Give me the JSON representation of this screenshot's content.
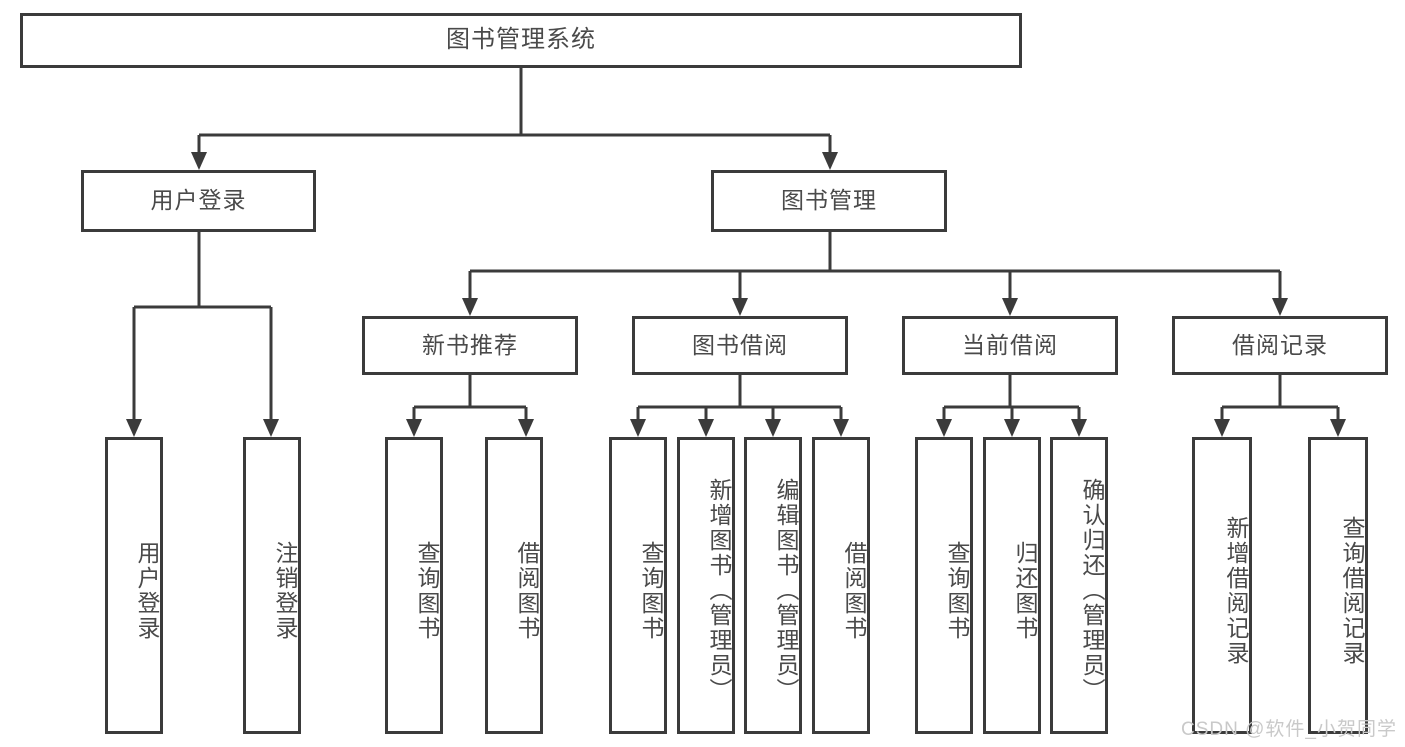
{
  "diagram": {
    "title": "图书管理系统",
    "type": "functional-structure-tree",
    "watermark": "CSDN @软件_小贺同学",
    "colors": {
      "stroke": "#3b3b3b",
      "box_fill": "#ffffff",
      "text": "#4a4a4a",
      "watermark": "#c9c9c9",
      "background": "#ffffff"
    },
    "root": {
      "label": "图书管理系统"
    },
    "level2": [
      {
        "label": "用户登录"
      },
      {
        "label": "图书管理"
      }
    ],
    "level3": [
      {
        "label": "新书推荐"
      },
      {
        "label": "图书借阅"
      },
      {
        "label": "当前借阅"
      },
      {
        "label": "借阅记录"
      }
    ],
    "leaves": {
      "user_login": [
        {
          "label": "用户登录"
        },
        {
          "label": "注销登录"
        }
      ],
      "new_book_recommend": [
        {
          "label": "查询图书"
        },
        {
          "label": "借阅图书"
        }
      ],
      "book_borrow": [
        {
          "label": "查询图书"
        },
        {
          "label": "新增图书（管理员）"
        },
        {
          "label": "编辑图书（管理员）"
        },
        {
          "label": "借阅图书"
        }
      ],
      "current_borrow": [
        {
          "label": "查询图书"
        },
        {
          "label": "归还图书"
        },
        {
          "label": "确认归还（管理员）"
        }
      ],
      "borrow_record": [
        {
          "label": "新增借阅记录"
        },
        {
          "label": "查询借阅记录"
        }
      ]
    }
  }
}
